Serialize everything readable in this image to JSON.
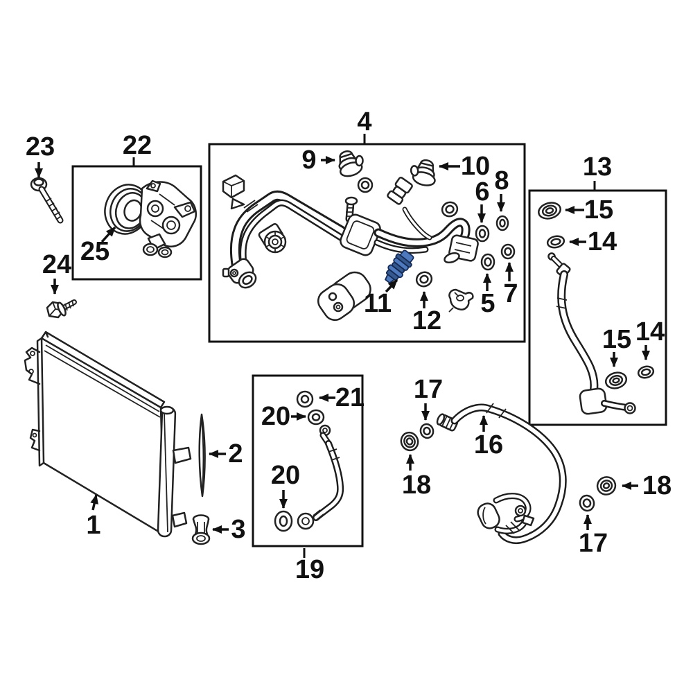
{
  "diagram": {
    "kind": "exploded-parts-diagram",
    "subject": "automotive A/C system components",
    "background": "#ffffff",
    "line_color": "#1a1a1a",
    "label_color": "#111111",
    "highlight": {
      "fill": "#4e79bd",
      "shade": "#35598f",
      "outline": "#142a55"
    },
    "highlighted_callout": "11"
  },
  "callouts": {
    "n1": {
      "number": "1"
    },
    "n2": {
      "number": "2"
    },
    "n3": {
      "number": "3"
    },
    "n4": {
      "number": "4"
    },
    "n5": {
      "number": "5"
    },
    "n6": {
      "number": "6"
    },
    "n7": {
      "number": "7"
    },
    "n8": {
      "number": "8"
    },
    "n9": {
      "number": "9"
    },
    "n10": {
      "number": "10"
    },
    "n11": {
      "number": "11",
      "highlighted": true
    },
    "n12": {
      "number": "12"
    },
    "n13": {
      "number": "13"
    },
    "n14a": {
      "number": "14",
      "position": "top"
    },
    "n14b": {
      "number": "14",
      "position": "bottom"
    },
    "n15a": {
      "number": "15",
      "position": "top"
    },
    "n15b": {
      "number": "15",
      "position": "bottom"
    },
    "n16": {
      "number": "16"
    },
    "n17a": {
      "number": "17",
      "position": "left"
    },
    "n17b": {
      "number": "17",
      "position": "right"
    },
    "n18a": {
      "number": "18",
      "position": "left"
    },
    "n18b": {
      "number": "18",
      "position": "right"
    },
    "n19": {
      "number": "19"
    },
    "n20a": {
      "number": "20",
      "position": "top"
    },
    "n20b": {
      "number": "20",
      "position": "bottom"
    },
    "n21": {
      "number": "21"
    },
    "n22": {
      "number": "22"
    },
    "n23": {
      "number": "23"
    },
    "n24": {
      "number": "24"
    },
    "n25": {
      "number": "25"
    }
  }
}
